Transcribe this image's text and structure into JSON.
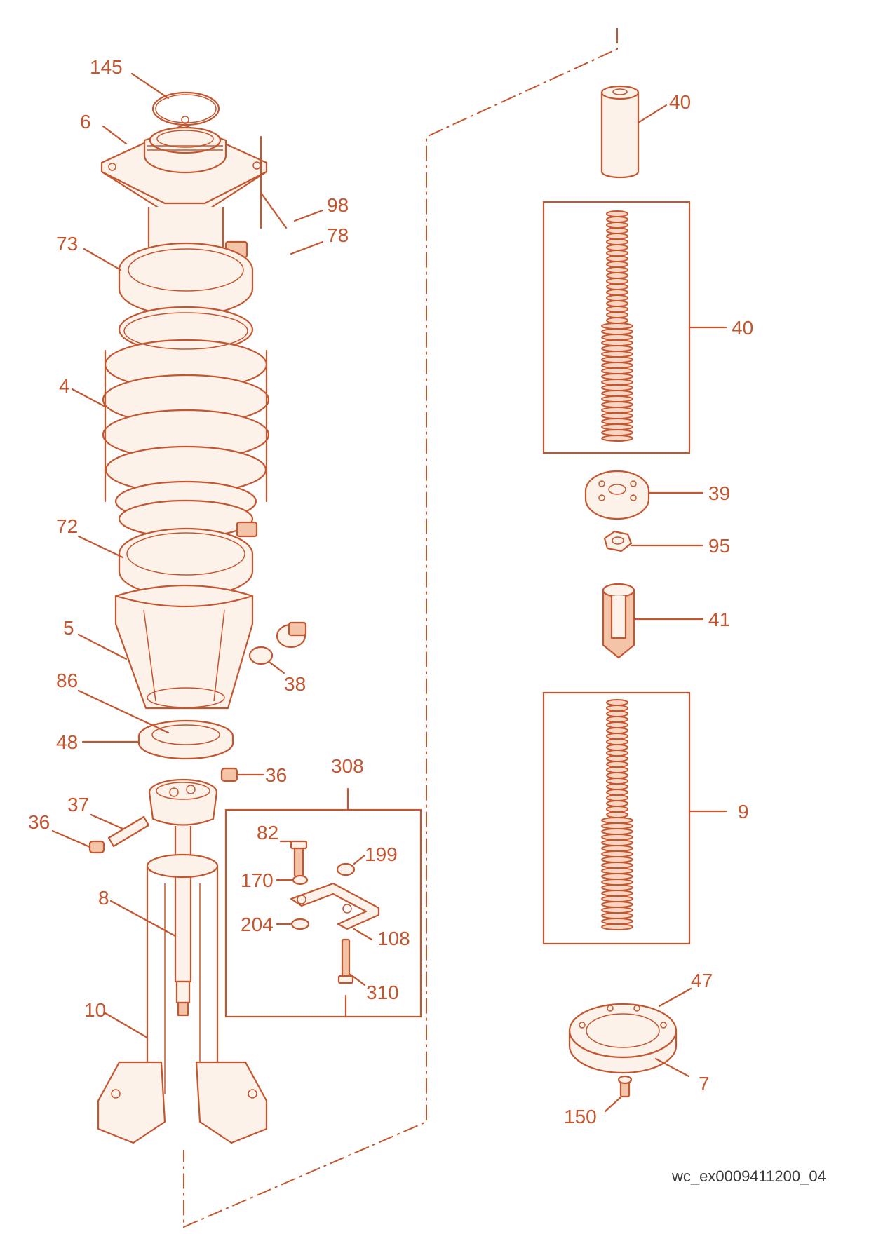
{
  "colors": {
    "line": "#c4562f",
    "fill_light": "#fdf2ea",
    "fill_mid": "#f3c4a8",
    "ref_text": "#3a3a3a"
  },
  "labels": {
    "p145": "145",
    "p6": "6",
    "p98": "98",
    "p78": "78",
    "p73": "73",
    "p4": "4",
    "p72": "72",
    "p5": "5",
    "p38": "38",
    "p86": "86",
    "p48": "48",
    "p36a": "36",
    "p36b": "36",
    "p37": "37",
    "p308": "308",
    "p82": "82",
    "p199": "199",
    "p170": "170",
    "p204": "204",
    "p108": "108",
    "p310": "310",
    "p8": "8",
    "p10": "10",
    "p40a": "40",
    "p40b": "40",
    "p39": "39",
    "p95": "95",
    "p41": "41",
    "p9": "9",
    "p47": "47",
    "p7": "7",
    "p150": "150"
  },
  "reference_code": "wc_ex0009411200_04"
}
